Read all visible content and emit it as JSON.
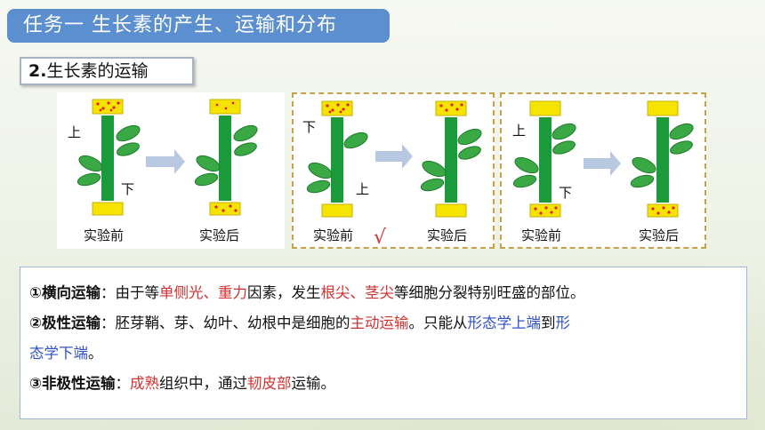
{
  "title": "任务一  生长素的产生、运输和分布",
  "subtitle": {
    "num": "2.",
    "text": "生长素的运输"
  },
  "figures": {
    "up": "上",
    "down": "下",
    "before": "实验前",
    "after": "实验后",
    "check": "√"
  },
  "lines": {
    "l1": {
      "head": "①横向运输",
      "colon": "：",
      "t1": "由于等",
      "r1": "单侧光、重力",
      "t2": "因素，发生",
      "r2": "根尖、茎尖",
      "t3": "等细胞分裂特别旺盛的部位。"
    },
    "l2": {
      "head": "②极性运输",
      "colon": "：",
      "t1": "胚芽鞘、芽、幼叶、幼根中是细胞的",
      "r1": "主动运输",
      "t2": "。只能从",
      "b1": "形态学上端",
      "t3": "到",
      "b2": "形"
    },
    "l2b": {
      "b1": "态学下端",
      "t1": "。"
    },
    "l3": {
      "head": "③非极性运输",
      "colon": "：",
      "r1": "成熟",
      "t1": "组织中，通过",
      "r2": "韧皮部",
      "t2": "运输。"
    }
  },
  "colors": {
    "title_bg": "#5b8fd0",
    "stem": "#1a9a3a",
    "block": "#f5e400",
    "dot": "#e02020",
    "dash": "#c8a24a",
    "red_text": "#d23232",
    "blue_text": "#3050c8"
  }
}
